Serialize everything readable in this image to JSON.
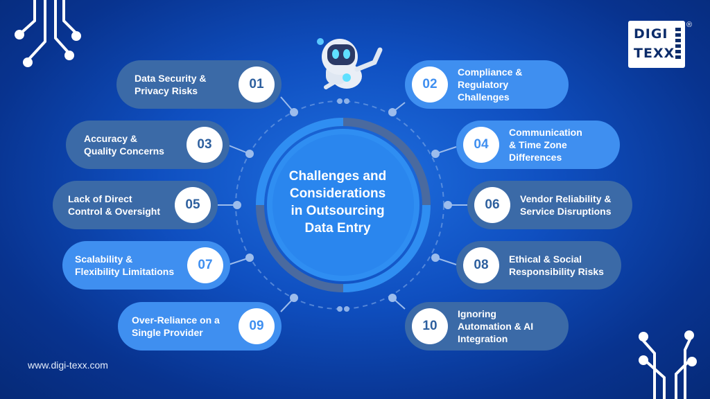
{
  "center": {
    "title": "Challenges and\nConsiderations\nin Outsourcing\nData Entry"
  },
  "items": [
    {
      "num": "01",
      "label": "Data Security &\nPrivacy Risks"
    },
    {
      "num": "02",
      "label": "Compliance &\nRegulatory\nChallenges"
    },
    {
      "num": "03",
      "label": "Accuracy &\nQuality Concerns"
    },
    {
      "num": "04",
      "label": "Communication\n& Time Zone\nDifferences"
    },
    {
      "num": "05",
      "label": "Lack of Direct\nControl & Oversight"
    },
    {
      "num": "06",
      "label": "Vendor Reliability &\nService Disruptions"
    },
    {
      "num": "07",
      "label": "Scalability &\nFlexibility Limitations"
    },
    {
      "num": "08",
      "label": "Ethical & Social\nResponsibility Risks"
    },
    {
      "num": "09",
      "label": "Over-Reliance on a\nSingle Provider"
    },
    {
      "num": "10",
      "label": "Ignoring\nAutomation & AI\nIntegration"
    }
  ],
  "brand": {
    "logo_line1": "DIGI",
    "logo_line2": "TEXX",
    "registered": "®",
    "website": "www.digi-texx.com"
  },
  "colors": {
    "pill_dark": "#3b6aa7",
    "pill_light": "#3f8ff0",
    "background": "#0f4fc0"
  },
  "icons": {
    "mascot": "robot-mascot-icon",
    "circuit": "circuit-icon"
  }
}
